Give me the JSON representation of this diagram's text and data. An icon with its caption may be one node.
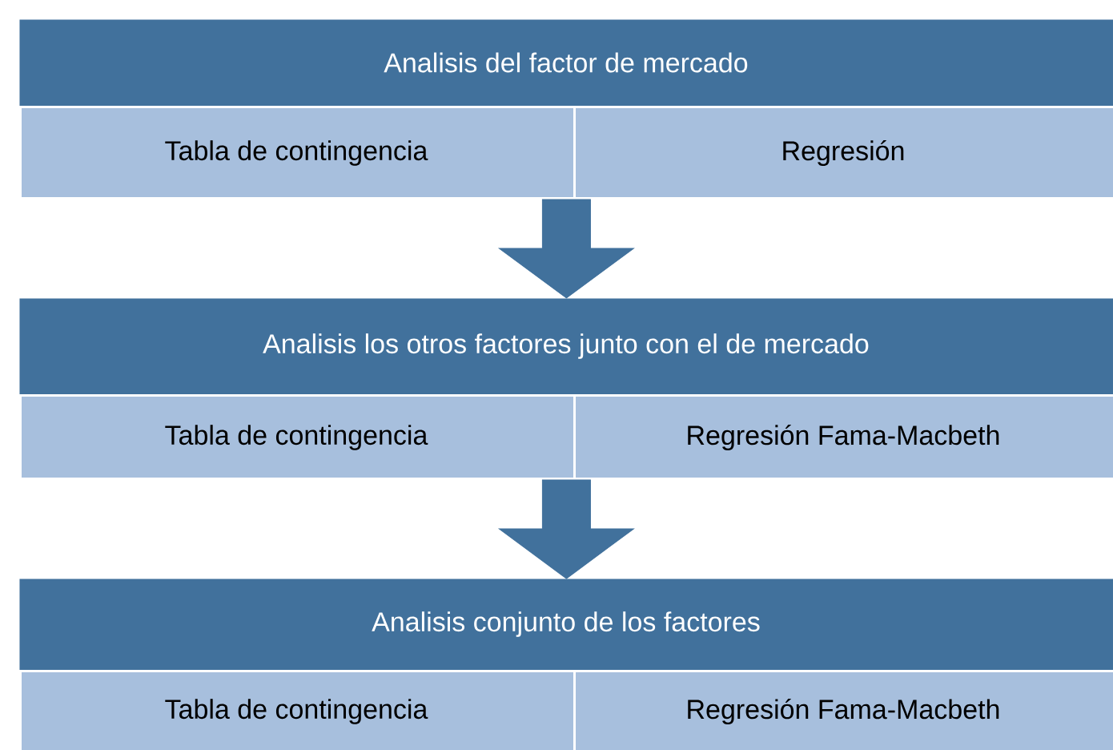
{
  "diagram": {
    "nodes": [
      {
        "text": [
          "Analisis del factor de mercado"
        ]
      },
      {
        "text": [
          "Tabla de contingencia"
        ]
      },
      {
        "text": [
          "Regresión"
        ]
      },
      {
        "text": [
          "Analisis los otros factores junto con el de mercado"
        ]
      },
      {
        "text": [
          "Tabla de contingencia"
        ]
      },
      {
        "text": [
          "Regresión Fama-Macbeth"
        ]
      },
      {
        "text": [
          "Analisis conjunto de los factores"
        ]
      },
      {
        "text": [
          "Tabla de contingencia"
        ]
      },
      {
        "text": [
          "Regresión Fama-Macbeth"
        ]
      }
    ],
    "edges": [
      {
        "from": 1,
        "to": 3,
        "arrow": "to"
      },
      {
        "from": 4,
        "to": 6,
        "arrow": "to"
      }
    ]
  }
}
